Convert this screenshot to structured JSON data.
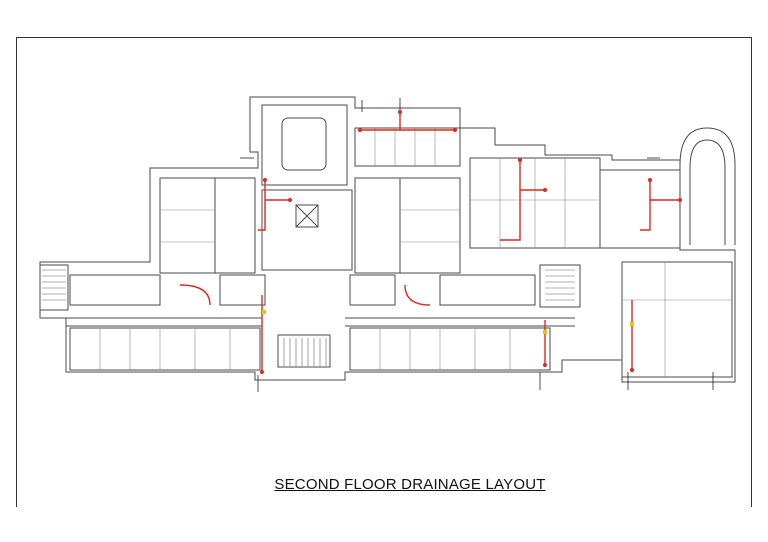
{
  "drawing": {
    "title": "SECOND FLOOR DRAINAGE LAYOUT"
  },
  "colors": {
    "wall": "#4a4a4a",
    "thin_line": "#8a8a8a",
    "drain_pipe": "#e0281e",
    "drain_accent": "#f2c200",
    "text": "#111111"
  },
  "symbols": [
    "wall-outline",
    "drainage-pipe-run",
    "riser-marker",
    "staircase-hatch"
  ]
}
